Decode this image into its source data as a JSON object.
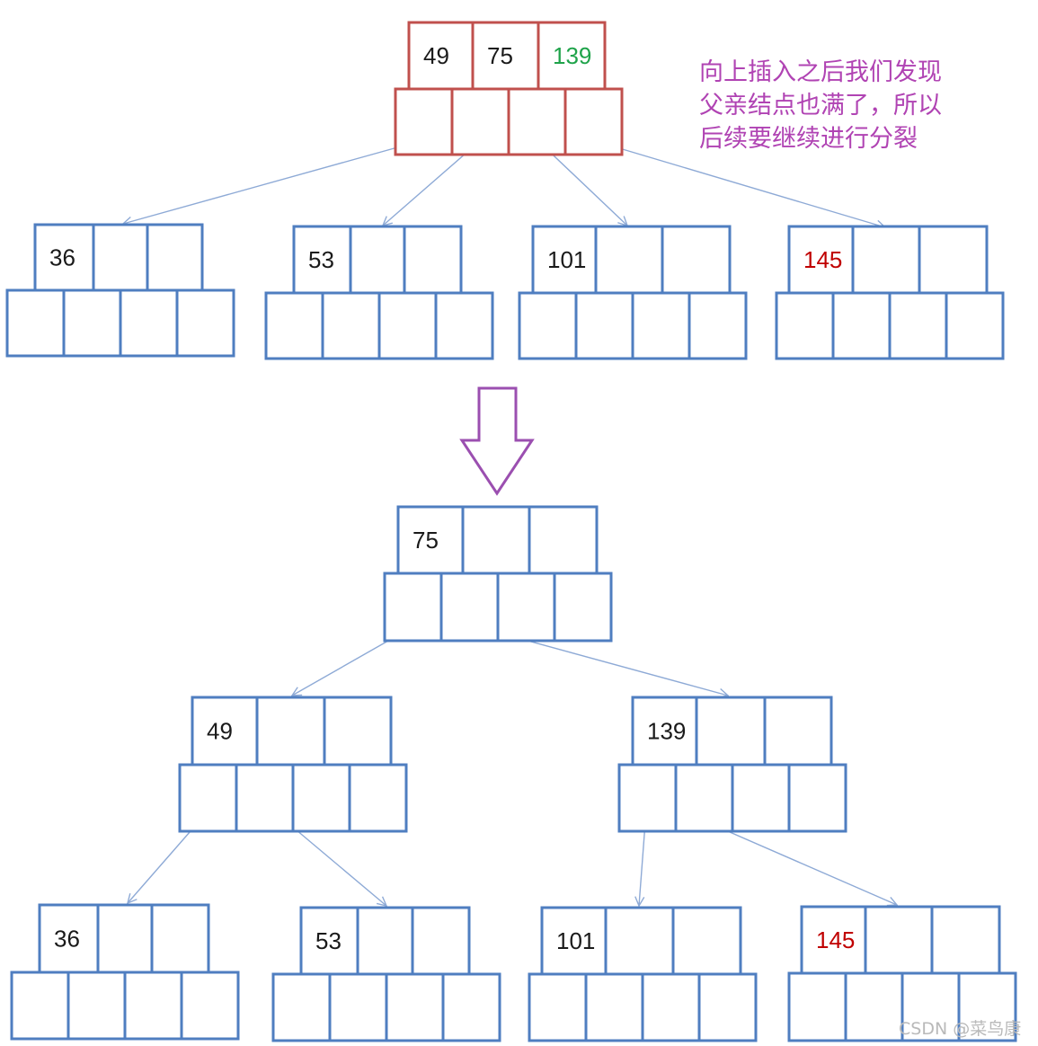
{
  "colors": {
    "node_blue": "#4f7ec0",
    "node_red": "#c0504d",
    "arrow_blue": "#8eaad6",
    "split_arrow": "#9b4fb0",
    "key_default": "#1a1a1a",
    "key_green": "#1fa34a",
    "key_red": "#c00000",
    "note_text": "#b043b3"
  },
  "annotation": {
    "lines": [
      "向上插入之后我们发现",
      "父亲结点也满了，所以",
      "后续要继续进行分裂"
    ]
  },
  "watermark": "CSDN @菜鸟康",
  "diagram": {
    "before": {
      "root": {
        "keys": [
          "49",
          "75",
          "139"
        ],
        "key_colors": [
          "default",
          "default",
          "green"
        ],
        "color": "red"
      },
      "children": [
        {
          "keys": [
            "36",
            "",
            ""
          ],
          "key_colors": [
            "default",
            "",
            ""
          ]
        },
        {
          "keys": [
            "53",
            "",
            ""
          ],
          "key_colors": [
            "default",
            "",
            ""
          ]
        },
        {
          "keys": [
            "101",
            "",
            ""
          ],
          "key_colors": [
            "default",
            "",
            ""
          ]
        },
        {
          "keys": [
            "145",
            "",
            ""
          ],
          "key_colors": [
            "red",
            "",
            ""
          ]
        }
      ]
    },
    "after": {
      "root": {
        "keys": [
          "75",
          "",
          ""
        ],
        "key_colors": [
          "default",
          "",
          ""
        ]
      },
      "internal": [
        {
          "keys": [
            "49",
            "",
            ""
          ],
          "key_colors": [
            "default",
            "",
            ""
          ]
        },
        {
          "keys": [
            "139",
            "",
            ""
          ],
          "key_colors": [
            "default",
            "",
            ""
          ]
        }
      ],
      "leaves": [
        {
          "keys": [
            "36",
            "",
            ""
          ],
          "key_colors": [
            "default",
            "",
            ""
          ]
        },
        {
          "keys": [
            "53",
            "",
            ""
          ],
          "key_colors": [
            "default",
            "",
            ""
          ]
        },
        {
          "keys": [
            "101",
            "",
            ""
          ],
          "key_colors": [
            "default",
            "",
            ""
          ]
        },
        {
          "keys": [
            "145",
            "",
            ""
          ],
          "key_colors": [
            "red",
            "",
            ""
          ]
        }
      ]
    }
  }
}
